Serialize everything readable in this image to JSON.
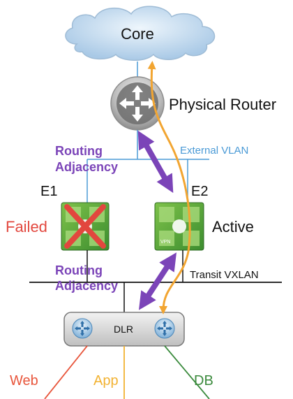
{
  "diagram": {
    "labels": {
      "core": "Core",
      "physical_router": "Physical Router",
      "routing_adjacency_upper_line1": "Routing",
      "routing_adjacency_upper_line2": "Adjacency",
      "external_vlan": "External VLAN",
      "e1": "E1",
      "e2": "E2",
      "failed": "Failed",
      "active": "Active",
      "routing_adjacency_lower_line1": "Routing",
      "routing_adjacency_lower_line2": "Adjacency",
      "transit_vxlan": "Transit VXLAN",
      "dlr": "DLR",
      "web": "Web",
      "app": "App",
      "db": "DB",
      "vpn": "VPN"
    },
    "colors": {
      "purple_arrow": "#7b44b8",
      "orange_path": "#f2a531",
      "external_vlan": "#4a9ad6",
      "failed": "#e2473e",
      "x_mark": "#e2473e",
      "web": "#e8553b",
      "app": "#f2b232",
      "db": "#3a8a3c",
      "cloud": "#c6ddf0"
    },
    "icons": {
      "router": "router-icon",
      "edge_failed": "edge-gateway-icon",
      "edge_active": "edge-gateway-icon",
      "dlr_left": "router-icon",
      "dlr_right": "router-icon",
      "failed_mark": "x-mark-icon"
    }
  }
}
